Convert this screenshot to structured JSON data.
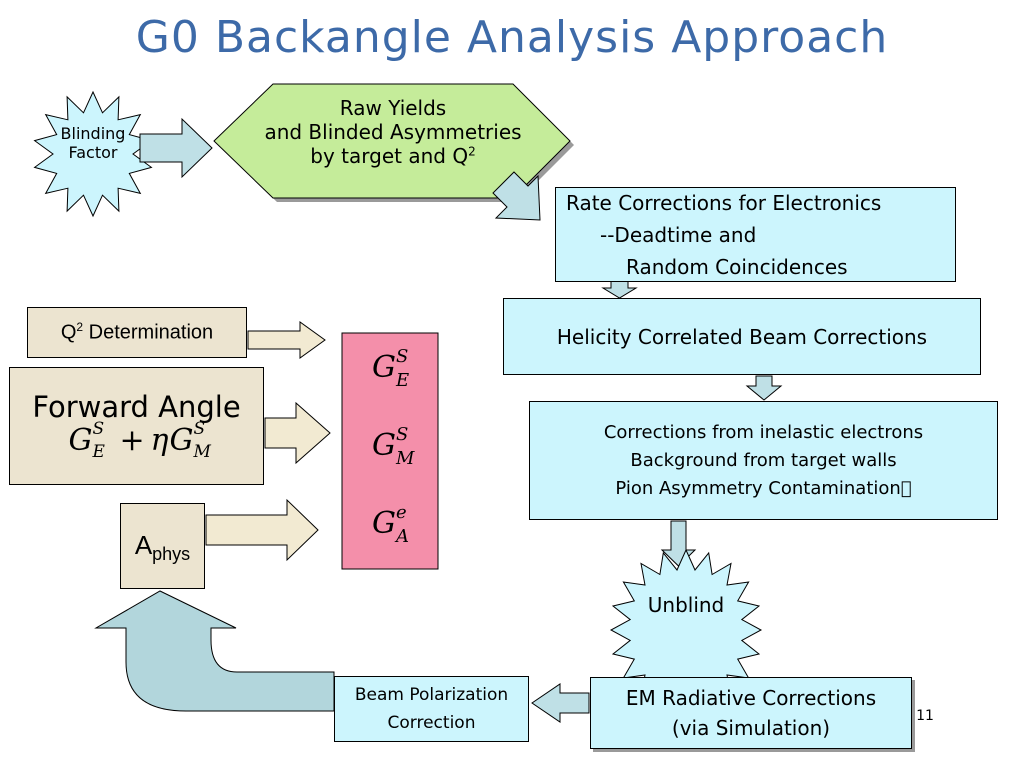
{
  "title": "G0 Backangle Analysis Approach",
  "blinding": {
    "line1": "Blinding",
    "line2": "Factor"
  },
  "raw_yields": {
    "line1": "Raw Yields",
    "line2": "and Blinded Asymmetries",
    "line3": "by target and Q",
    "sup": "2"
  },
  "rate_corrections": {
    "line1": "Rate Corrections for Electronics",
    "line2": "--Deadtime and",
    "line3": "Random Coincidences"
  },
  "helicity": {
    "label": "Helicity Correlated Beam Corrections"
  },
  "inelastic": {
    "line1": "Corrections from inelastic electrons",
    "line2": "Background from target walls",
    "line3": "Pion Asymmetry Contamination"
  },
  "unblind": {
    "label": "Unblind"
  },
  "em_radiative": {
    "line1": "EM Radiative Corrections",
    "line2": "(via Simulation)"
  },
  "beam_polarization": {
    "line1": "Beam Polarization",
    "line2": "Correction"
  },
  "q2_determination": {
    "q": "Q",
    "sup": "2",
    "rest": " Determination"
  },
  "forward_angle": {
    "label": "Forward Angle",
    "term1": {
      "base": "G",
      "sup": "S",
      "sub": "E"
    },
    "operator": "+",
    "eta": "η",
    "term2": {
      "base": "G",
      "sup": "S",
      "sub": "M"
    }
  },
  "aphys": {
    "base": "A",
    "sub": "phys"
  },
  "results": [
    {
      "base": "G",
      "sup": "S",
      "sub": "E"
    },
    {
      "base": "G",
      "sup": "S",
      "sub": "M"
    },
    {
      "base": "G",
      "sup": "e",
      "sub": "A"
    }
  ],
  "page_number": "11",
  "colors": {
    "title": "#3d6aa8",
    "cyan_box": "#ccf5fd",
    "tan_box": "#ece4d0",
    "pink_box": "#f48faa",
    "hexagon": "#c5ec9a",
    "arrow_cyan": "#bfe0e6",
    "arrow_tan": "#f2ead2",
    "curved_arrow": "#b2d6dc"
  }
}
